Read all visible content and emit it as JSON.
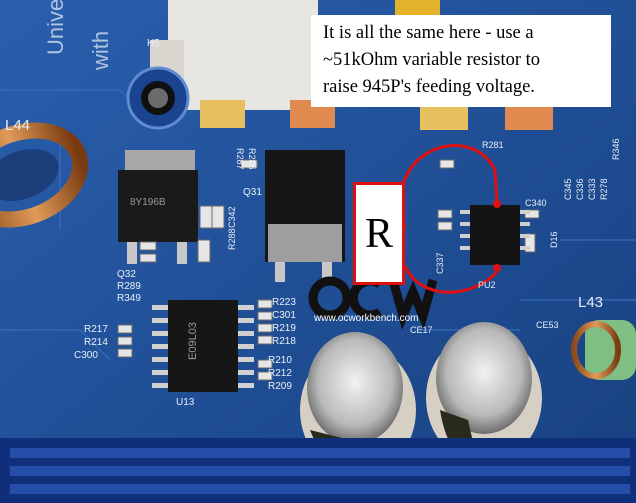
{
  "caption": {
    "line1": "It is all the same here - use a",
    "line2": "~51kOhm variable resistor to",
    "line3": "raise 945P's feeding voltage."
  },
  "resistor_label": "R",
  "logo": {
    "text": "OCW",
    "url": "www.ocworkbench.com"
  },
  "silkscreen": {
    "h5": "H5",
    "l44": "L44",
    "l43": "L43",
    "r287": "R287",
    "r286": "R286",
    "q31": "Q31",
    "q32": "Q32",
    "r289": "R289",
    "r349": "R349",
    "r288": "R288",
    "c342": "C342",
    "r281": "R281",
    "c340": "C340",
    "c337": "C337",
    "d16": "D16",
    "pu2": "PU2",
    "r217": "R217",
    "r214": "R214",
    "c300": "C300",
    "u13": "U13",
    "r223": "R223",
    "c301": "C301",
    "r219": "R219",
    "r218": "R218",
    "r210": "R210",
    "r212": "R212",
    "r209": "R209",
    "ce17": "CE17",
    "ce53": "CE53",
    "r346": "R346",
    "r278": "R278",
    "c333": "C333",
    "c336": "C336",
    "c345": "C345",
    "board_text_1": "Unive",
    "board_text_2": "with",
    "chip_q32": "8Y196B",
    "chip_u13": "E09L03"
  },
  "colors": {
    "pcb_blue": "#1f4f9a",
    "annotation_red": "#e01010",
    "caption_bg": "#ffffff"
  }
}
